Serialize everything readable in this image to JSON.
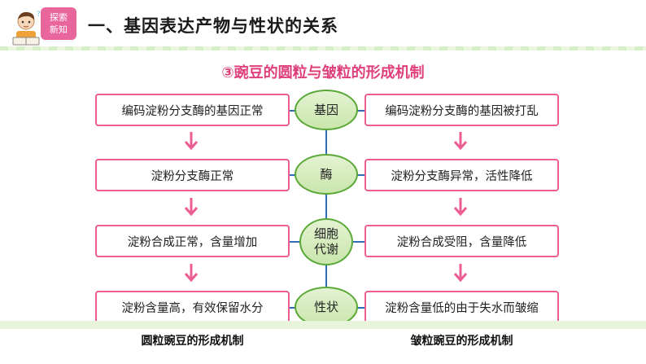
{
  "header": {
    "badge_line1": "探索",
    "badge_line2": "新知",
    "title": "一、基因表达产物与性状的关系"
  },
  "diagram": {
    "subtitle": "③豌豆的圆粒与皱粒的形成机制",
    "left_column": [
      "编码淀粉分支酶的基因正常",
      "淀粉分支酶正常",
      "淀粉合成正常，含量增加",
      "淀粉含量高，有效保留水分"
    ],
    "center_column": [
      {
        "line1": "基因",
        "line2": ""
      },
      {
        "line1": "酶",
        "line2": ""
      },
      {
        "line1": "细胞",
        "line2": "代谢"
      },
      {
        "line1": "性状",
        "line2": ""
      }
    ],
    "right_column": [
      "编码淀粉分支酶的基因被打乱",
      "淀粉分支酶异常，活性降低",
      "淀粉合成受阻，含量降低",
      "淀粉含量低的由于失水而皱缩"
    ],
    "left_caption": "圆粒豌豆的形成机制",
    "right_caption": "皱粒豌豆的形成机制"
  },
  "colors": {
    "pink": "#ec5d93",
    "green": "#5aa837",
    "blue": "#2f6db8"
  }
}
